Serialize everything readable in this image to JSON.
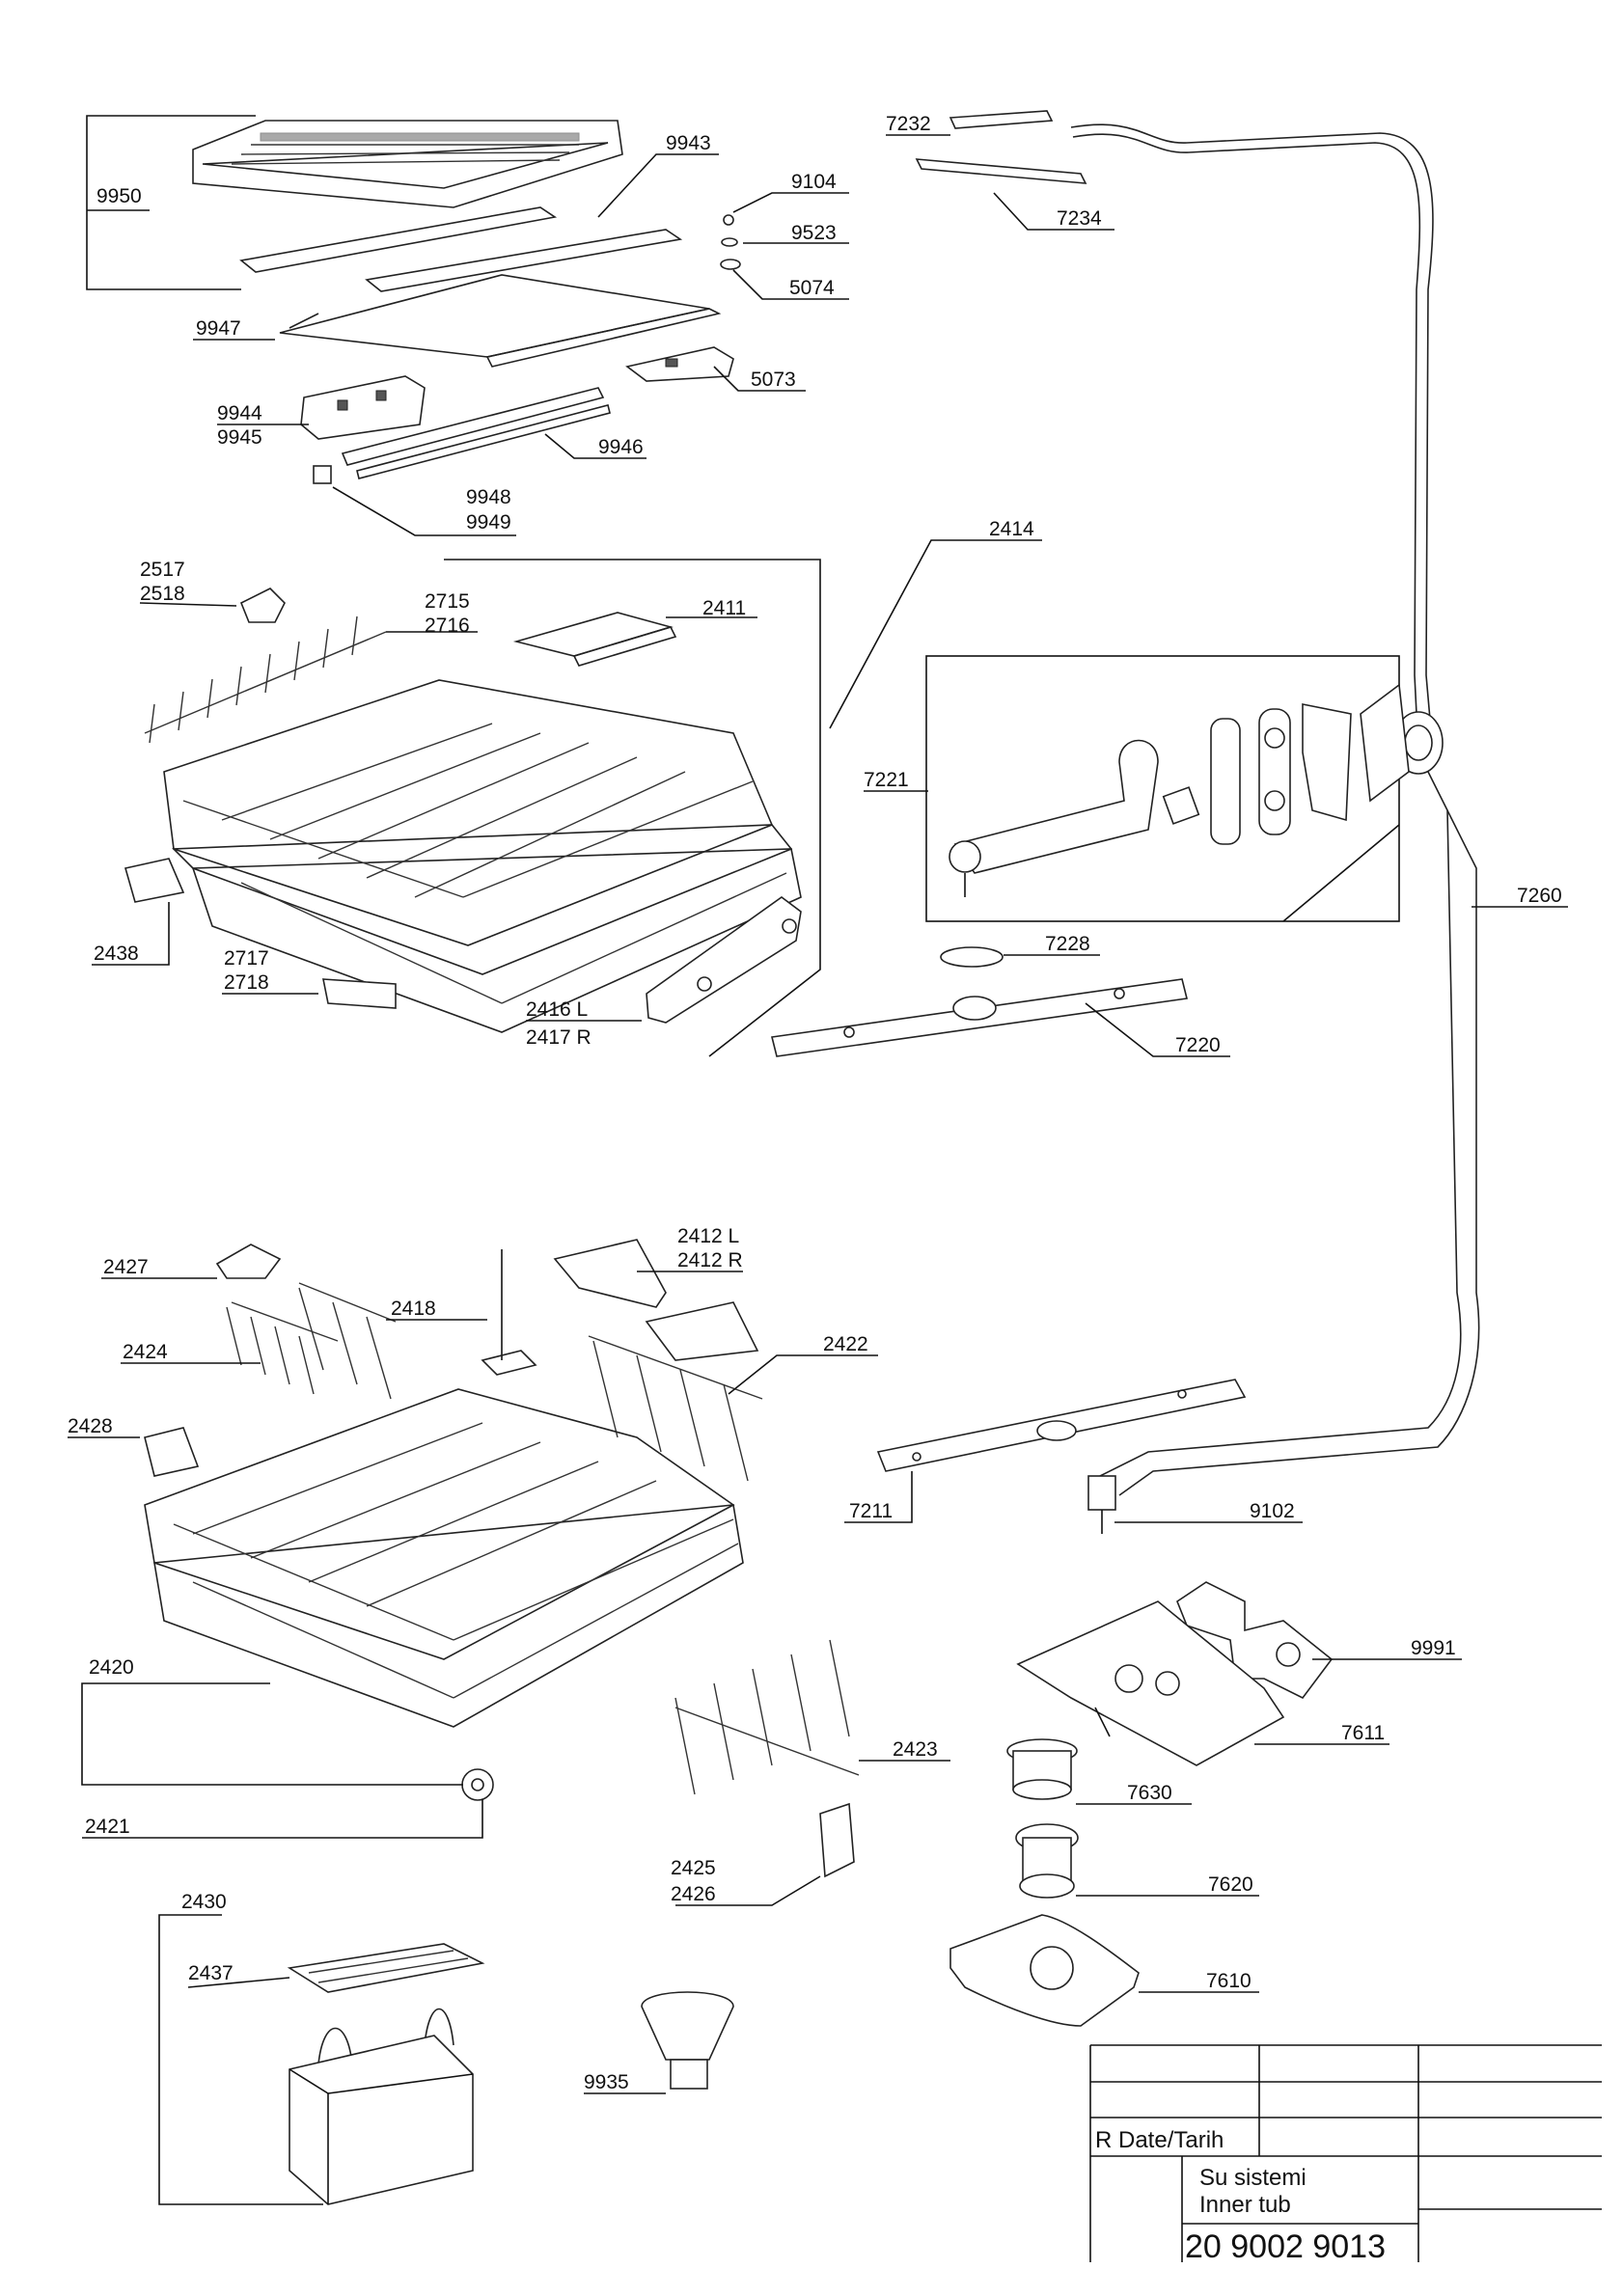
{
  "parts": {
    "p9950": "9950",
    "p9943": "9943",
    "p9104": "9104",
    "p9523": "9523",
    "p5074": "5074",
    "p9947": "9947",
    "p5073": "5073",
    "p9944": "9944",
    "p9945": "9945",
    "p9946": "9946",
    "p9948": "9948",
    "p9949": "9949",
    "p7232": "7232",
    "p7234": "7234",
    "p2414": "2414",
    "p2517": "2517",
    "p2518": "2518",
    "p2715": "2715",
    "p2716": "2716",
    "p2411": "2411",
    "p7221": "7221",
    "p7260": "7260",
    "p2438": "2438",
    "p7228": "7228",
    "p2717": "2717",
    "p2718": "2718",
    "p2416": "2416 L",
    "p2417": "2417 R",
    "p7220": "7220",
    "p2412l": "2412 L",
    "p2412r": "2412 R",
    "p2427": "2427",
    "p2418": "2418",
    "p2424": "2424",
    "p2422": "2422",
    "p2428": "2428",
    "p7211": "7211",
    "p9102": "9102",
    "p9991": "9991",
    "p2420": "2420",
    "p7611": "7611",
    "p2423": "2423",
    "p7630": "7630",
    "p2421": "2421",
    "p2425": "2425",
    "p2426": "2426",
    "p7620": "7620",
    "p2430": "2430",
    "p2437": "2437",
    "p7610": "7610",
    "p9935": "9935"
  },
  "title_block": {
    "date_label": "R  Date/Tarih",
    "title_tr": "Su sistemi",
    "title_en": "Inner tub",
    "drawing_number": "20 9002 9013"
  }
}
